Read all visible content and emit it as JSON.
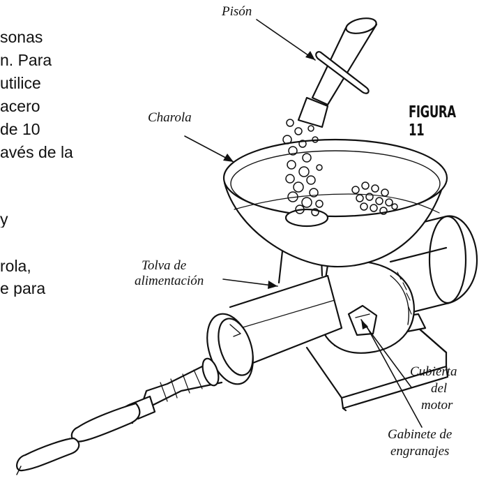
{
  "figure": {
    "title": "FIGURA 11"
  },
  "body_text": {
    "lines": [
      "sonas",
      "n.  Para",
      "utilice",
      "acero",
      " de 10",
      "avés de la",
      "",
      "y",
      "rola,",
      "e para"
    ]
  },
  "labels": {
    "pison": "Pisón",
    "charola": "Charola",
    "tolva_line1": "Tolva de",
    "tolva_line2": "alimentación",
    "cubierta_line1": "Cubierta",
    "cubierta_line2": "del",
    "cubierta_line3": "motor",
    "gabinete_line1": "Gabinete de",
    "gabinete_line2": "engranajes"
  }
}
